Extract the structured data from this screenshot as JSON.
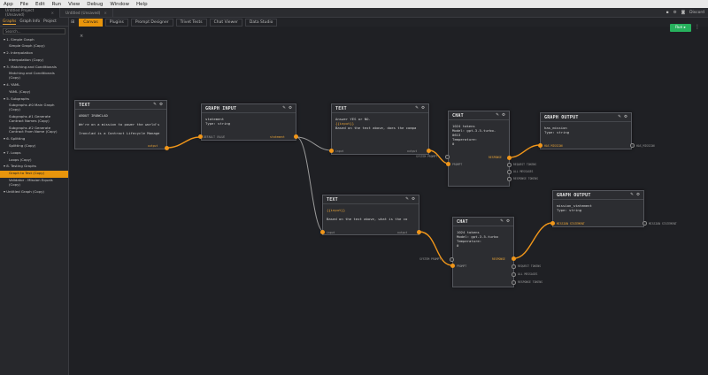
{
  "menu": [
    "App",
    "File",
    "Edit",
    "Run",
    "View",
    "Debug",
    "Window",
    "Help"
  ],
  "project_tabs": [
    {
      "label": "Untitled Project (Unsaved)",
      "close": "×"
    },
    {
      "label": "Untitled (Unsaved)",
      "close": "×"
    }
  ],
  "project_right": {
    "discord": "Discord"
  },
  "sidebar": {
    "tabs": [
      "Graphs",
      "Graph Info",
      "Project"
    ],
    "search_placeholder": "Search...",
    "items": [
      {
        "label": "1. Simple Graph",
        "type": "folder"
      },
      {
        "label": "Simple Graph (Copy)",
        "type": "child"
      },
      {
        "label": "2. Interpolation",
        "type": "folder"
      },
      {
        "label": "Interpolation (Copy)",
        "type": "child"
      },
      {
        "label": "3. Matching and Conditionals",
        "type": "folder"
      },
      {
        "label": "Matching and Conditionals (Copy)",
        "type": "child"
      },
      {
        "label": "4. YAML",
        "type": "folder"
      },
      {
        "label": "YAML (Copy)",
        "type": "child"
      },
      {
        "label": "5. Subgraphs",
        "type": "folder"
      },
      {
        "label": "Subgraphs #0 Main Graph (Copy)",
        "type": "child"
      },
      {
        "label": "Subgraphs #1 Generate Contract Names (Copy)",
        "type": "child"
      },
      {
        "label": "Subgraphs #2 Generate Contract From Name (Copy)",
        "type": "child"
      },
      {
        "label": "6. Splitting",
        "type": "folder"
      },
      {
        "label": "Splitting (Copy)",
        "type": "child"
      },
      {
        "label": "7. Loops",
        "type": "folder"
      },
      {
        "label": "Loops (Copy)",
        "type": "child"
      },
      {
        "label": "8. Testing Graphs",
        "type": "folder"
      },
      {
        "label": "Graph to Test (Copy)",
        "type": "child",
        "active": true
      },
      {
        "label": "Validator - Mission Equals (Copy)",
        "type": "child"
      },
      {
        "label": "Untitled Graph (Copy)",
        "type": "folder"
      }
    ]
  },
  "top_tabs": [
    "Canvas",
    "Plugins",
    "Prompt Designer",
    "Trivet Tests",
    "Chat Viewer",
    "Data Studio"
  ],
  "run_button": "Run",
  "nodes": {
    "text1": {
      "title": "TEXT",
      "body": "ABOUT IRONCLAD\n\nWe're on a mission to power the world's\n\nIronclad is a Contract Lifecycle Manage",
      "out": "output"
    },
    "graphin": {
      "title": "GRAPH INPUT",
      "body": "statement\nType: string",
      "in": "DEFAULT VALUE",
      "out": "statement"
    },
    "text2": {
      "title": "TEXT",
      "line1": "Answer YES or NO.",
      "line2": "{{input}}",
      "line3": "Based on the text above, does the compa",
      "in": "input",
      "out": "output"
    },
    "text3": {
      "title": "TEXT",
      "line1": "{{input}}",
      "line2": "Based on the text above, what is the co",
      "in": "input",
      "out": "output"
    },
    "chat1": {
      "title": "CHAT",
      "body": "1024 tokens\nModel: gpt-3.5-turbo-\n0613\nTemperature:\n0",
      "ports_in": [
        "SYSTEM PROMPT",
        "PROMPT"
      ],
      "ports_out": [
        "RESPONSE",
        "REQUEST TOKENS",
        "ALL MESSAGES",
        "RESPONSE TOKENS"
      ]
    },
    "chat2": {
      "title": "CHAT",
      "body": "1024 tokens\nModel: gpt-3.5-turbo\nTemperature:\n0",
      "ports_in": [
        "SYSTEM PROMPT",
        "PROMPT"
      ],
      "ports_out": [
        "RESPONSE",
        "REQUEST TOKENS",
        "ALL MESSAGES",
        "RESPONSE TOKENS"
      ]
    },
    "gout1": {
      "title": "GRAPH OUTPUT",
      "body": "has_mission\nType: string",
      "in": "HAS MISSION",
      "out": "HAS_MISSION"
    },
    "gout2": {
      "title": "GRAPH OUTPUT",
      "body": "mission_statement\nType: string",
      "in": "MISSION STATEMENT",
      "out": "MISSION STATEMENT"
    }
  }
}
